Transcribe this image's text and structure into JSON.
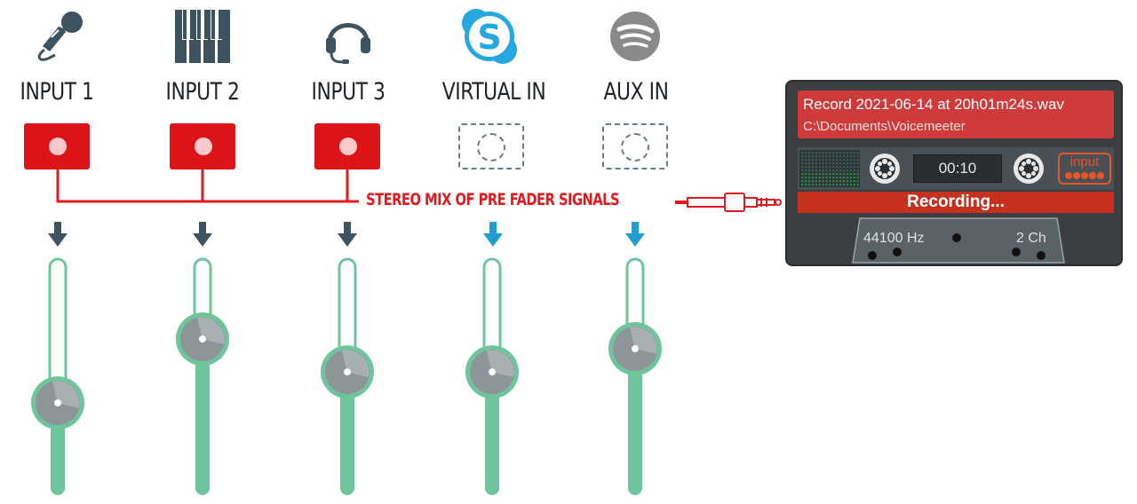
{
  "channels": [
    {
      "label": "INPUT 1",
      "icon": "microphone-icon",
      "record_armed": true,
      "fader_level": 0.44
    },
    {
      "label": "INPUT 2",
      "icon": "piano-keys-icon",
      "record_armed": true,
      "fader_level": 0.77
    },
    {
      "label": "INPUT 3",
      "icon": "headset-icon",
      "record_armed": true,
      "fader_level": 0.6
    },
    {
      "label": "VIRTUAL IN",
      "icon": "skype-icon",
      "record_armed": false,
      "fader_level": 0.6
    },
    {
      "label": "AUX IN",
      "icon": "spotify-icon",
      "record_armed": false,
      "fader_level": 0.72
    }
  ],
  "bus_label": "STEREO MIX OF PRE FADER SIGNALS",
  "recorder": {
    "filename": "Record 2021-06-14 at 20h01m24s.wav",
    "path": "C:\\Documents\\Voicemeeter",
    "time": "00:10",
    "source_badge": "input",
    "status": "Recording...",
    "sample_rate": "44100 Hz",
    "channels": "2 Ch"
  },
  "colors": {
    "record_red": "#dd1417",
    "bus_red": "#e01b1f",
    "fader_green": "#6fc59b",
    "arrow_dark": "#3d5360",
    "arrow_blue": "#1f9fd0",
    "skype_blue": "#25a8e0",
    "spotify_gray": "#8a8a8a"
  }
}
